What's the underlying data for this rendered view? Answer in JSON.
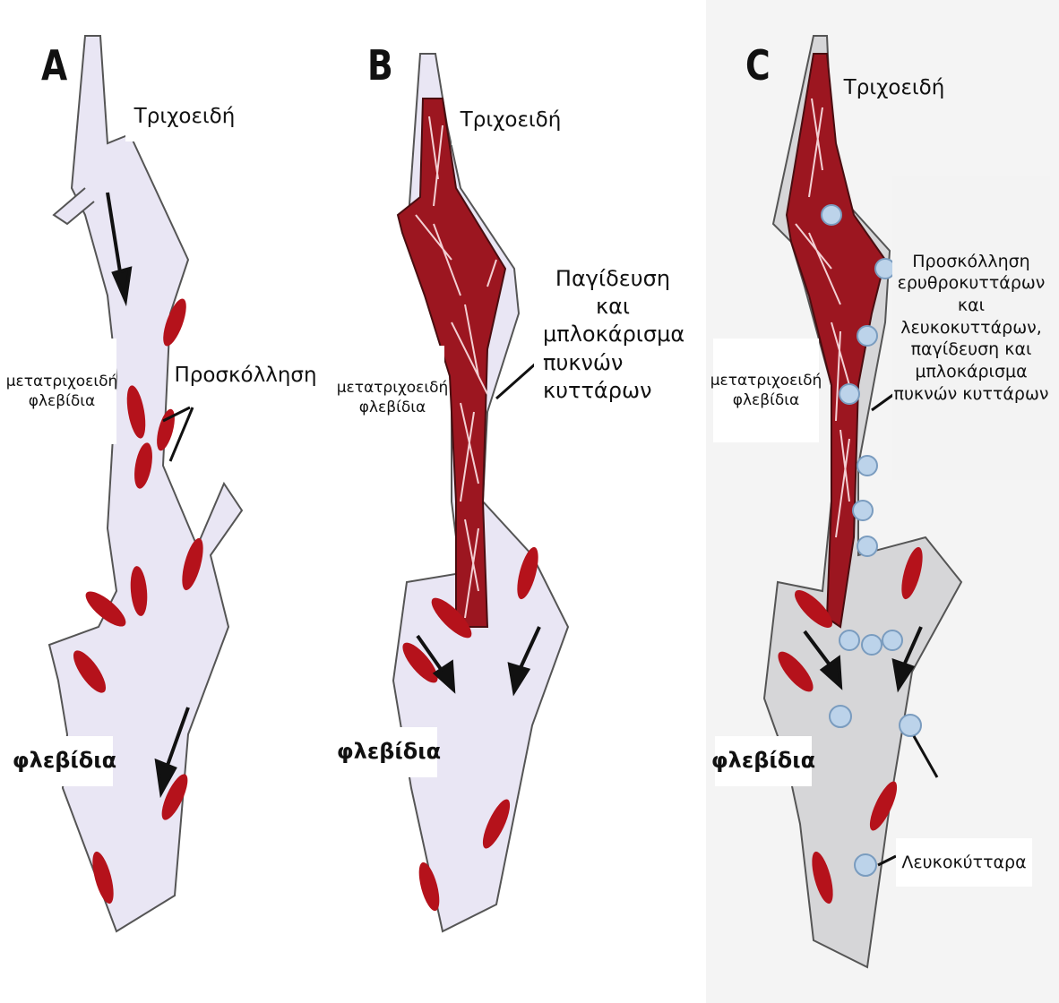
{
  "panels": [
    {
      "letter": "A",
      "capillaries": "Τριχοειδή",
      "postcapillary": [
        "μετατριχοειδή",
        "φλεβίδια"
      ],
      "venules": "φλεβίδια",
      "adhesion": "Προσκόλληση"
    },
    {
      "letter": "B",
      "capillaries": "Τριχοειδή",
      "postcapillary": [
        "μετατριχοειδή",
        "φλεβίδια"
      ],
      "venules": "φλεβίδια",
      "trapping": [
        "Παγίδευση και",
        "μπλοκάρισμα",
        "πυκνών",
        "κυττάρων"
      ]
    },
    {
      "letter": "C",
      "capillaries": "Τριχοειδή",
      "postcapillary": [
        "μετατριχοειδή",
        "φλεβίδια"
      ],
      "venules": "φλεβίδια",
      "combined": [
        "Προσκόλληση",
        "ερυθροκυττάρων",
        "και",
        "λευκοκυττάρων,",
        "παγίδευση και",
        "μπλοκάρισμα",
        "πυκνών κυττάρων"
      ],
      "leukocytes": "Λευκοκύτταρα"
    }
  ],
  "colors": {
    "vessel_fill_ab": "#e9e6f4",
    "vessel_fill_c": "#d6d6d8",
    "vessel_outline": "#555555",
    "red_cell": "#b5121b",
    "white_cell": "#bcd3ea",
    "panel_c_bg": "#f4f4f4"
  }
}
